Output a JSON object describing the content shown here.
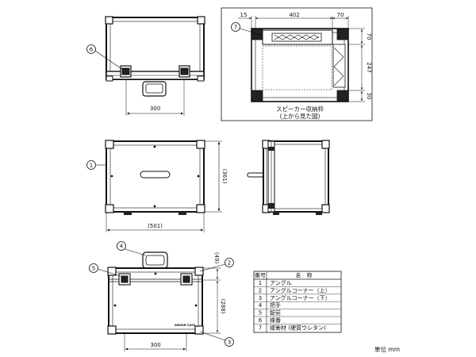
{
  "top_view": {
    "callout": "6",
    "dim_width": "300"
  },
  "inset": {
    "callout": "7",
    "dim_left": "15",
    "dim_mid": "402",
    "dim_right": "70",
    "dim_v1": "70",
    "dim_v2": "247",
    "dim_v3": "30",
    "caption_line1": "スピーカー収納枠",
    "caption_line2": "(上から見た図)"
  },
  "front_view": {
    "callout": "1",
    "dim_height": "(361)",
    "dim_width": "(501)"
  },
  "bottom_view": {
    "callout_handle": "4",
    "callout_left": "5",
    "callout_right": "2",
    "callout_corner": "3",
    "dim_top": "(49)",
    "dim_height": "(288)",
    "dim_width": "300",
    "brand": "ARMOR CASE"
  },
  "parts_table": {
    "headers": [
      "番号",
      "名　称"
    ],
    "rows": [
      {
        "no": "1",
        "name": "アングル"
      },
      {
        "no": "2",
        "name": "アングルコーナー（上）"
      },
      {
        "no": "3",
        "name": "アングルコーナー（下）"
      },
      {
        "no": "4",
        "name": "把手"
      },
      {
        "no": "5",
        "name": "錠前"
      },
      {
        "no": "6",
        "name": "蝶番"
      },
      {
        "no": "7",
        "name": "緩衝材 (硬質ウレタン)"
      }
    ]
  },
  "unit_label": "単位 mm"
}
